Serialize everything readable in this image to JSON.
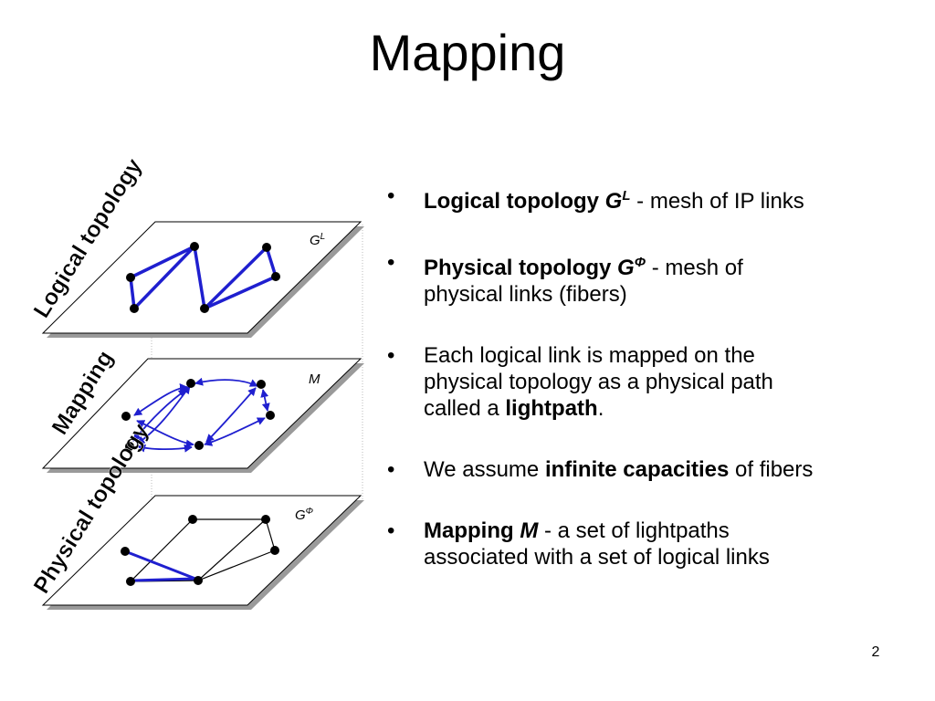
{
  "title": "Mapping",
  "slide_number": "2",
  "diagram": {
    "layer_labels": {
      "logical": "Logical topology",
      "mapping": "Mapping",
      "physical": "Physical topology"
    },
    "plane_labels": {
      "logical_base": "G",
      "logical_sup": "L",
      "mapping": "M",
      "physical_base": "G",
      "physical_sup": "Φ"
    },
    "colors": {
      "link": "#1f1fcf",
      "fiber": "#000000",
      "node": "#000000",
      "plane": "#ffffff",
      "shadow": "#9a9a9a"
    }
  },
  "bullets": [
    {
      "lines": [
        [
          {
            "t": "Logical topology ",
            "b": true
          },
          {
            "t": "G",
            "b": true,
            "i": true
          },
          {
            "t": "L",
            "b": true,
            "i": true,
            "sup": true
          },
          {
            "t": " - mesh of IP links"
          }
        ]
      ]
    },
    {
      "lines": [
        [
          {
            "t": "Physical topology ",
            "b": true
          },
          {
            "t": "G",
            "b": true,
            "i": true
          },
          {
            "t": "Φ",
            "b": true,
            "i": true,
            "sup": true
          },
          {
            "t": " - mesh of"
          }
        ],
        [
          {
            "t": "physical links (fibers)"
          }
        ]
      ]
    },
    {
      "lines": [
        [
          {
            "t": "Each logical link is mapped on the"
          }
        ],
        [
          {
            "t": "physical topology as a physical path"
          }
        ],
        [
          {
            "t": "called a "
          },
          {
            "t": "lightpath",
            "b": true
          },
          {
            "t": "."
          }
        ]
      ]
    },
    {
      "lines": [
        [
          {
            "t": "We assume "
          },
          {
            "t": "infinite capacities",
            "b": true
          },
          {
            "t": " of fibers"
          }
        ]
      ]
    },
    {
      "lines": [
        [
          {
            "t": "Mapping ",
            "b": true
          },
          {
            "t": "M",
            "b": true,
            "i": true
          },
          {
            "t": " - a set of lightpaths"
          }
        ],
        [
          {
            "t": "associated with a set of logical links"
          }
        ]
      ]
    }
  ]
}
